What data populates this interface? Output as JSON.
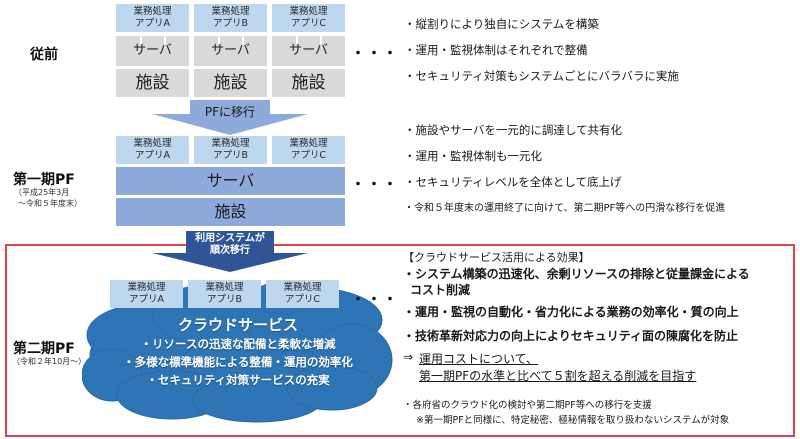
{
  "colors": {
    "app_box": "#bdd7ee",
    "legacy_gray": "#d9d9d9",
    "unified_blue": "#8eaadb",
    "cloud_blue": "#2e75b6",
    "dark_arrow": "#2f5597",
    "red_frame": "#e04545"
  },
  "phases": {
    "before": {
      "label": "従前",
      "apps": [
        {
          "line1": "業務処理",
          "line2": "アプリA"
        },
        {
          "line1": "業務処理",
          "line2": "アプリB"
        },
        {
          "line1": "業務処理",
          "line2": "アプリC"
        }
      ],
      "server_label": "サーバ",
      "facility_label": "施設",
      "ellipsis": "・・・",
      "bullets": [
        "・縦割りにより独自にシステムを構築",
        "・運用・監視体制はそれぞれで整備",
        "・セキュリティ対策もシステムごとにバラバラに実施"
      ]
    },
    "arrow1": {
      "label": "PFに移行"
    },
    "first_pf": {
      "label": "第一期PF",
      "period_line1": "（平成25年3月",
      "period_line2": "～令和５年度末）",
      "apps": [
        {
          "line1": "業務処理",
          "line2": "アプリA"
        },
        {
          "line1": "業務処理",
          "line2": "アプリB"
        },
        {
          "line1": "業務処理",
          "line2": "アプリC"
        }
      ],
      "server_label": "サーバ",
      "facility_label": "施設",
      "ellipsis": "・・・",
      "bullets": [
        "・施設やサーバを一元的に調達して共有化",
        "・運用・監視体制も一元化",
        "・セキュリティレベルを全体として底上げ",
        "・令和５年度末の運用終了に向けて、第二期PF等への円滑な移行を促進"
      ]
    },
    "arrow2": {
      "line1": "利用システムが",
      "line2": "順次移行"
    },
    "second_pf": {
      "label": "第二期PF",
      "period": "（令和２年10月～）",
      "apps": [
        {
          "line1": "業務処理",
          "line2": "アプリA"
        },
        {
          "line1": "業務処理",
          "line2": "アプリB"
        },
        {
          "line1": "業務処理",
          "line2": "アプリC"
        }
      ],
      "ellipsis": "・・・",
      "cloud": {
        "title": "クラウドサービス",
        "lines": [
          "・リソースの迅速な配備と柔軟な増減",
          "・多様な標準機能による整備・運用の効率化",
          "・セキュリティ対策サービスの充実"
        ]
      },
      "effects": {
        "heading": "【クラウドサービス活用による効果】",
        "items": [
          {
            "line1": "・システム構築の迅速化、余剰リソースの排除と従量課金による",
            "line2": "コスト削減"
          },
          {
            "line1": "・運用・監視の自動化・省力化による業務の効率化・質の向上"
          },
          {
            "line1": "・技術革新対応力の向上によりセキュリティ面の陳腐化を防止"
          }
        ],
        "cost_arrow": "⇒",
        "cost_line1": "運用コストについて、",
        "cost_line2": "第一期PFの水準と比べて５割を超える削減を目指す",
        "note1": "・各府省のクラウド化の検討や第二期PF等への移行を支援",
        "note2": "※第一期PFと同様に、特定秘密、極秘情報を取り扱わないシステムが対象"
      }
    }
  }
}
